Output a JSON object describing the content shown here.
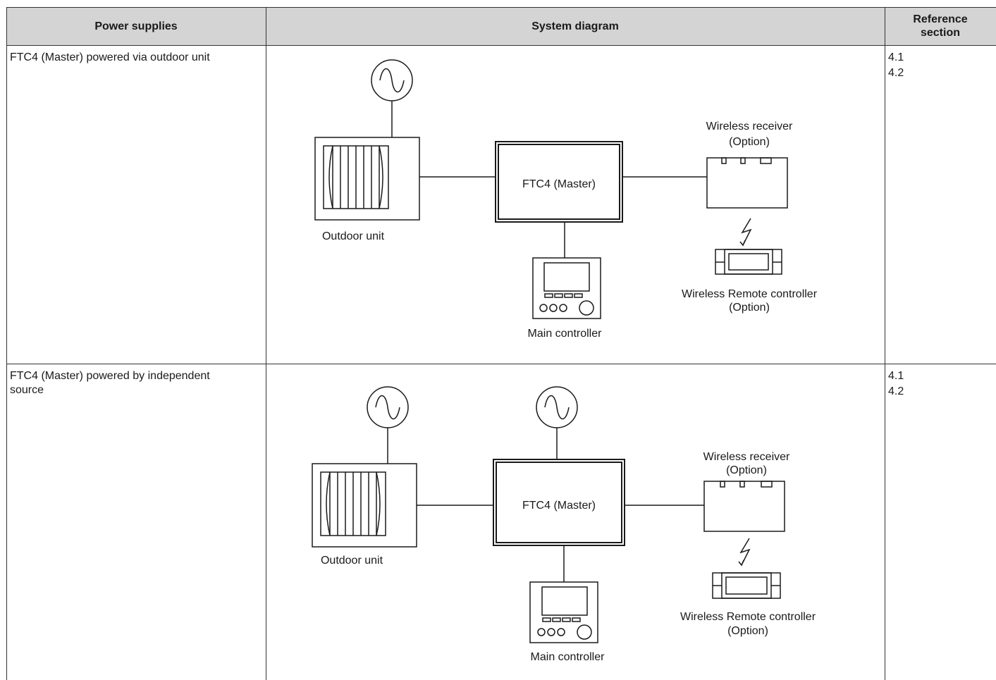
{
  "table": {
    "headers": {
      "power_supplies": "Power supplies",
      "system_diagram": "System diagram",
      "reference_section": "Reference section"
    },
    "rows": [
      {
        "power_supply": "FTC4 (Master) powered via outdoor unit",
        "references": [
          "4.1",
          "4.2"
        ],
        "diagram": {
          "outdoor_unit_label": "Outdoor unit",
          "master_label": "FTC4 (Master)",
          "main_controller_label": "Main controller",
          "receiver_label_line1": "Wireless receiver",
          "receiver_label_line2": "(Option)",
          "remote_label_line1": "Wireless Remote controller",
          "remote_label_line2": "(Option)"
        }
      },
      {
        "power_supply": "FTC4 (Master) powered by independent\nsource",
        "references": [
          "4.1",
          "4.2"
        ],
        "diagram": {
          "outdoor_unit_label": "Outdoor unit",
          "master_label": "FTC4 (Master)",
          "main_controller_label": "Main controller",
          "receiver_label_line1": "Wireless receiver",
          "receiver_label_line2": "(Option)",
          "remote_label_line1": "Wireless Remote controller",
          "remote_label_line2": "(Option)"
        }
      }
    ]
  }
}
